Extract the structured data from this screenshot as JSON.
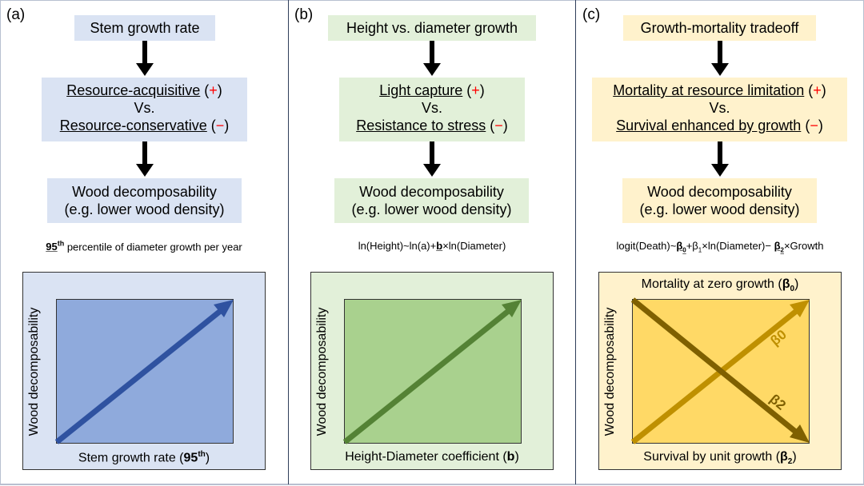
{
  "panels": [
    {
      "label": "(a)",
      "top_box": "Stem growth rate",
      "middle": {
        "positive": "Resource-acquisitive",
        "vs": "Vs.",
        "negative": "Resource-conservative",
        "plus_sign": "+",
        "minus_sign": "−"
      },
      "bottom_box": {
        "line1": "Wood decomposability",
        "line2": "(e.g. lower wood density)"
      },
      "formula": {
        "emph": "95",
        "sup": "th",
        "rest": " percentile of diameter growth per year"
      },
      "chart": {
        "ylabel": "Wood decomposability",
        "xlabel_pre": "Stem growth rate (",
        "xlabel_bold": "95",
        "xlabel_sup": "th",
        "xlabel_post": ")"
      },
      "colors": {
        "box": "#dae3f3",
        "chart_bg": "#dae3f3",
        "plot_bg": "#8faadc",
        "arrow": "#2f52a0"
      }
    },
    {
      "label": "(b)",
      "top_box": "Height vs. diameter growth",
      "middle": {
        "positive": "Light capture",
        "vs": "Vs.",
        "negative": "Resistance to stress",
        "plus_sign": "+",
        "minus_sign": "−"
      },
      "bottom_box": {
        "line1": "Wood decomposability",
        "line2": "(e.g. lower wood density)"
      },
      "formula": {
        "pre": "ln(Height)~ln(a)+",
        "emph": "b",
        "post": "×ln(Diameter)"
      },
      "chart": {
        "ylabel": "Wood decomposability",
        "xlabel_pre": "Height-Diameter coefficient (",
        "xlabel_bold": "b",
        "xlabel_post": ")"
      },
      "colors": {
        "box": "#e2f0d9",
        "chart_bg": "#e2f0d9",
        "plot_bg": "#a9d18e",
        "arrow": "#548235"
      }
    },
    {
      "label": "(c)",
      "top_box": "Growth-mortality tradeoff",
      "middle": {
        "positive": "Mortality at resource limitation",
        "vs": "Vs.",
        "negative": "Survival enhanced by growth",
        "plus_sign": "+",
        "minus_sign": "−"
      },
      "bottom_box": {
        "line1": "Wood decomposability",
        "line2": "(e.g. lower wood density)"
      },
      "formula": {
        "pre": "logit(Death)~",
        "b0": "β",
        "b0_sub": "0",
        "mid": "+β",
        "b1_sub": "1",
        "mid2": "×ln(Diameter)− ",
        "b2": "β",
        "b2_sub": "2",
        "post": "×Growth"
      },
      "chart": {
        "top_label_pre": "Mortality at zero growth (",
        "top_label_beta": "β",
        "top_label_sub": "0",
        "top_label_post": ")",
        "ylabel": "Wood decomposability",
        "xlabel_pre": "Survival by unit growth (",
        "xlabel_beta": "β",
        "xlabel_sub": "2",
        "xlabel_post": ")",
        "arrow_up_label": "β0",
        "arrow_down_label": "β2"
      },
      "colors": {
        "box": "#fff2cc",
        "chart_bg": "#fff2cc",
        "plot_bg": "#ffd966",
        "arrow_up": "#bf9000",
        "arrow_down": "#7f6000"
      }
    }
  ]
}
